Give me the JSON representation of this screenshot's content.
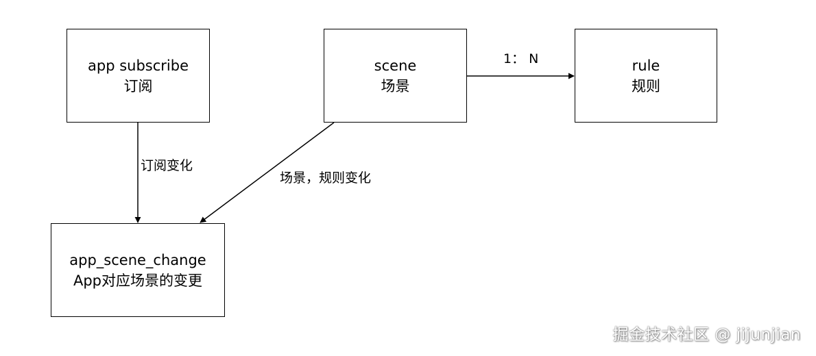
{
  "diagram": {
    "nodes": {
      "app_subscribe": {
        "line1": "app subscribe",
        "line2": "订阅"
      },
      "scene": {
        "line1": "scene",
        "line2": "场景"
      },
      "rule": {
        "line1": "rule",
        "line2": "规则"
      },
      "app_scene_change": {
        "line1": "app_scene_change",
        "line2": "App对应场景的变更"
      }
    },
    "edges": {
      "scene_to_rule": "1： N",
      "subscribe_to_change": "订阅变化",
      "scene_to_change": "场景，规则变化"
    }
  },
  "watermark": "掘金技术社区 @ jijunjian",
  "colors": {
    "line": "#000000",
    "background": "#ffffff"
  }
}
